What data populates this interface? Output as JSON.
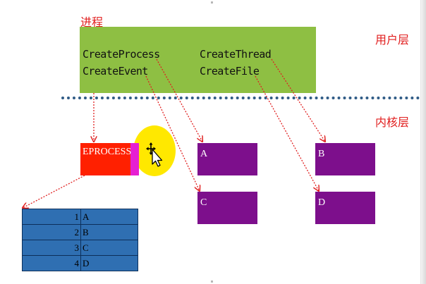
{
  "labels": {
    "process": "进程",
    "user_layer": "用户层",
    "kernel_layer": "内核层"
  },
  "user_mode_apis": {
    "create_process": "CreateProcess",
    "create_event": "CreateEvent",
    "create_thread": "CreateThread",
    "create_file": "CreateFile"
  },
  "kernel_objects": {
    "eprocess": "EPROCESS",
    "a": "A",
    "b": "B",
    "c": "C",
    "d": "D"
  },
  "handle_table": {
    "rows": [
      {
        "index": "1",
        "name": "A"
      },
      {
        "index": "2",
        "name": "B"
      },
      {
        "index": "3",
        "name": "C"
      },
      {
        "index": "4",
        "name": "D"
      }
    ]
  },
  "colors": {
    "label_red": "#e11e1e",
    "user_box_green": "#8ebf43",
    "divider_blue": "#2f5b86",
    "eprocess_red": "#ff2000",
    "kernel_purple": "#7d0f8c",
    "table_blue": "#2f6fb2",
    "highlight_yellow": "#ffe800",
    "arrow_red": "#e02020"
  },
  "icons": {
    "cursor": "move-cursor-icon"
  }
}
